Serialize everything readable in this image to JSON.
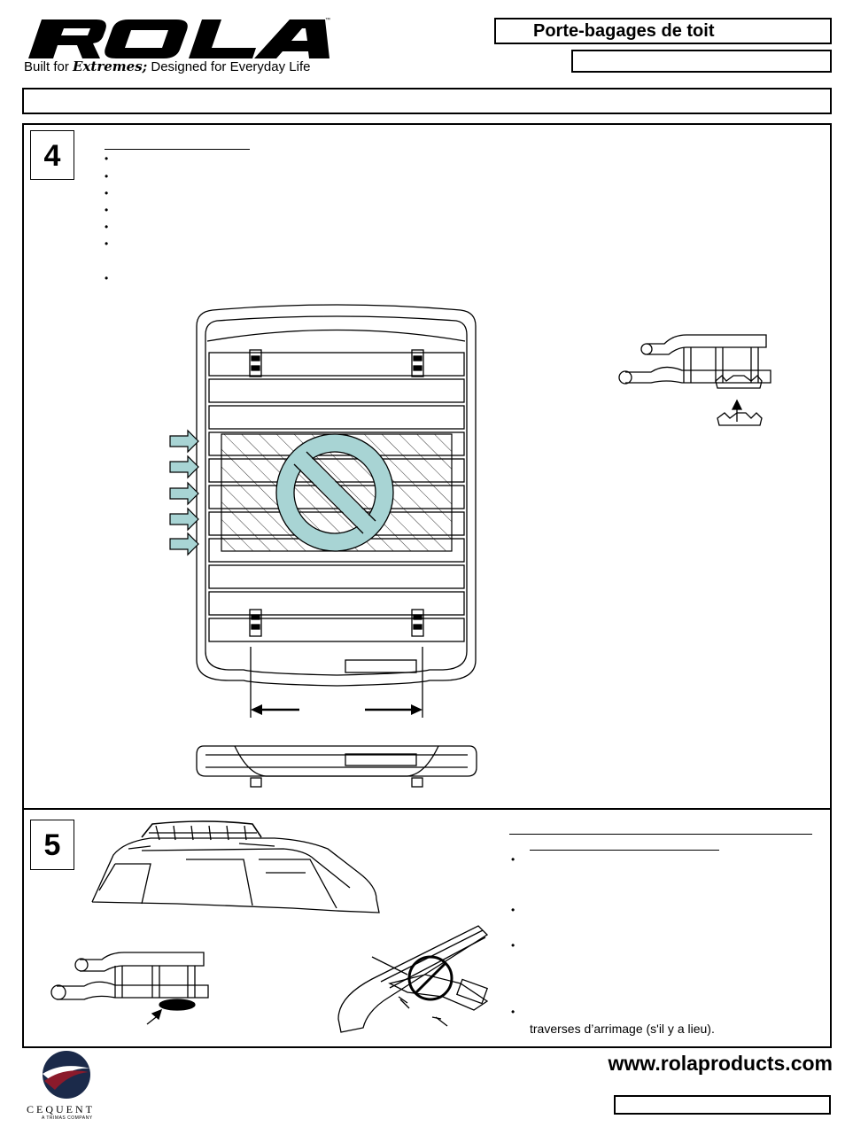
{
  "header": {
    "brand": "ROLA",
    "tagline_pre": "Built for ",
    "tagline_ext": "Extremes;",
    "tagline_post": " Designed for Everyday Life",
    "title": "Porte-bagages de toit"
  },
  "steps": {
    "step4": {
      "number": "4"
    },
    "step5": {
      "number": "5",
      "last_bullet_text": "traverses d’arrimage (s'il y a lieu)."
    }
  },
  "footer": {
    "url": "www.rolaproducts.com",
    "company": "CEQUENT",
    "company_sub": "A TRIMAS COMPANY"
  },
  "colors": {
    "no_symbol": "#a8d4d4",
    "logo_red": "#8b1a2b",
    "logo_navy": "#1b2a4a"
  }
}
